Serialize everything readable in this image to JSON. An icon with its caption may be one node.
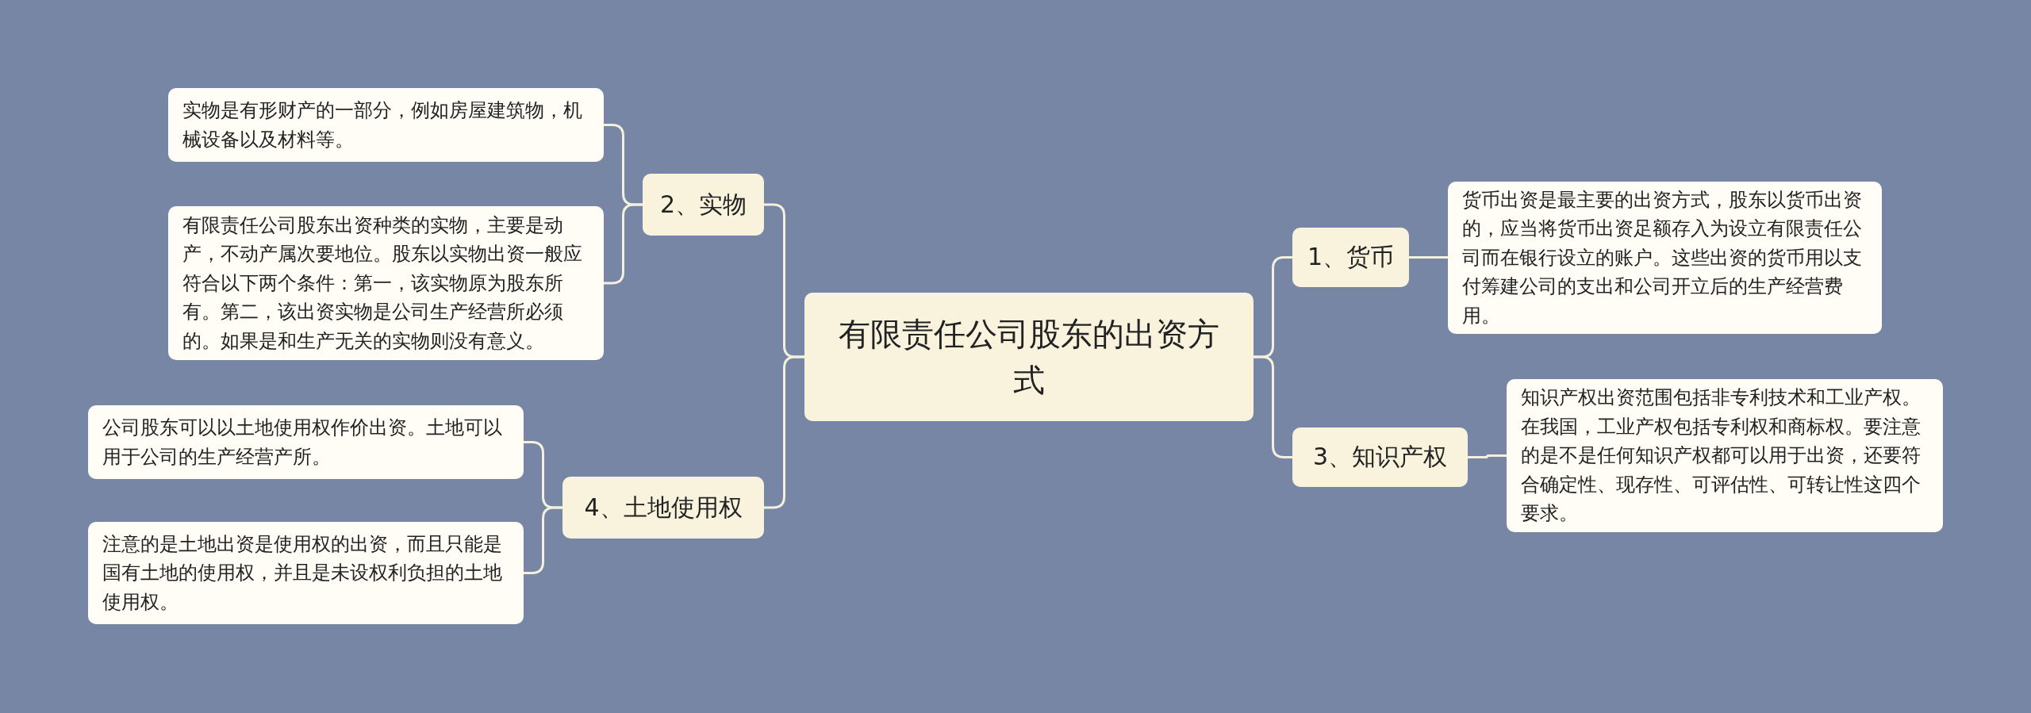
{
  "diagram": {
    "nodes": [
      {
        "text": [
          "有限责任公司股东的出资方式"
        ]
      },
      {
        "text": [
          "1、货币"
        ]
      },
      {
        "text": [
          "货币出资是最主要的出资方式，股东以货币出资的，应当将货币出资足额存入为设立有限责任公司而在银行设立的账户。这些出资的货币用以支付筹建公司的支出和公司开立后的生产经营费用。"
        ]
      },
      {
        "text": [
          "2、实物"
        ]
      },
      {
        "text": [
          "实物是有形财产的一部分，例如房屋建筑物，机械设备以及材料等。"
        ]
      },
      {
        "text": [
          "有限责任公司股东出资种类的实物，主要是动产，不动产属次要地位。股东以实物出资一般应符合以下两个条件：第一，该实物原为股东所有。第二，该出资实物是公司生产经营所必须的。如果是和生产无关的实物则没有意义。"
        ]
      },
      {
        "text": [
          "3、知识产权"
        ]
      },
      {
        "text": [
          "知识产权出资范围包括非专利技术和工业产权。在我国，工业产权包括专利权和商标权。要注意的是不是任何知识产权都可以用于出资，还要符合确定性、现存性、可评估性、可转让性这四个要求。"
        ]
      },
      {
        "text": [
          "4、土地使用权"
        ]
      },
      {
        "text": [
          "公司股东可以以土地使用权作价出资。土地可以用于公司的生产经营产所。"
        ]
      },
      {
        "text": [
          "注意的是土地出资是使用权的出资，而且只能是国有土地的使用权，并且是未设权利负担的土地使用权。"
        ]
      }
    ],
    "edges": [
      {
        "from": 0,
        "to": 1,
        "arrow": "none"
      },
      {
        "from": 1,
        "to": 2,
        "arrow": "none"
      },
      {
        "from": 0,
        "to": 3,
        "arrow": "none"
      },
      {
        "from": 3,
        "to": 4,
        "arrow": "none"
      },
      {
        "from": 3,
        "to": 5,
        "arrow": "none"
      },
      {
        "from": 0,
        "to": 6,
        "arrow": "none"
      },
      {
        "from": 6,
        "to": 7,
        "arrow": "none"
      },
      {
        "from": 0,
        "to": 8,
        "arrow": "none"
      },
      {
        "from": 8,
        "to": 9,
        "arrow": "none"
      },
      {
        "from": 8,
        "to": 10,
        "arrow": "none"
      }
    ]
  }
}
